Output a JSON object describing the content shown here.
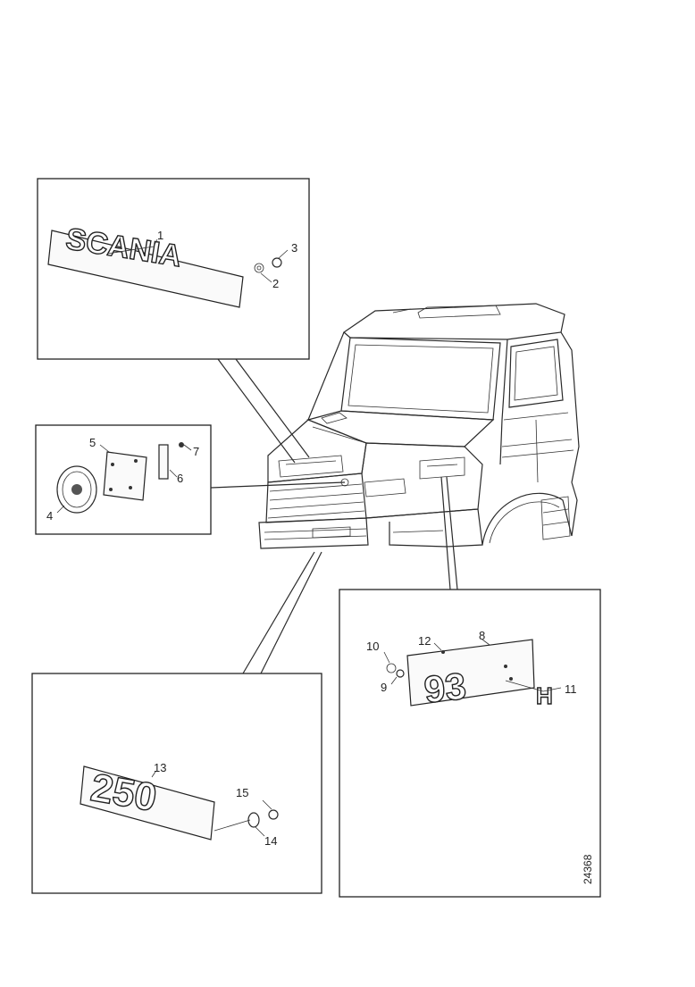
{
  "emblems": {
    "scania": "SCANIA",
    "model": "93",
    "suffix": "H",
    "power": "250"
  },
  "callouts": [
    "1",
    "2",
    "3",
    "4",
    "5",
    "6",
    "7",
    "8",
    "9",
    "10",
    "11",
    "12",
    "13",
    "14",
    "15"
  ],
  "drawing_number": "24368"
}
